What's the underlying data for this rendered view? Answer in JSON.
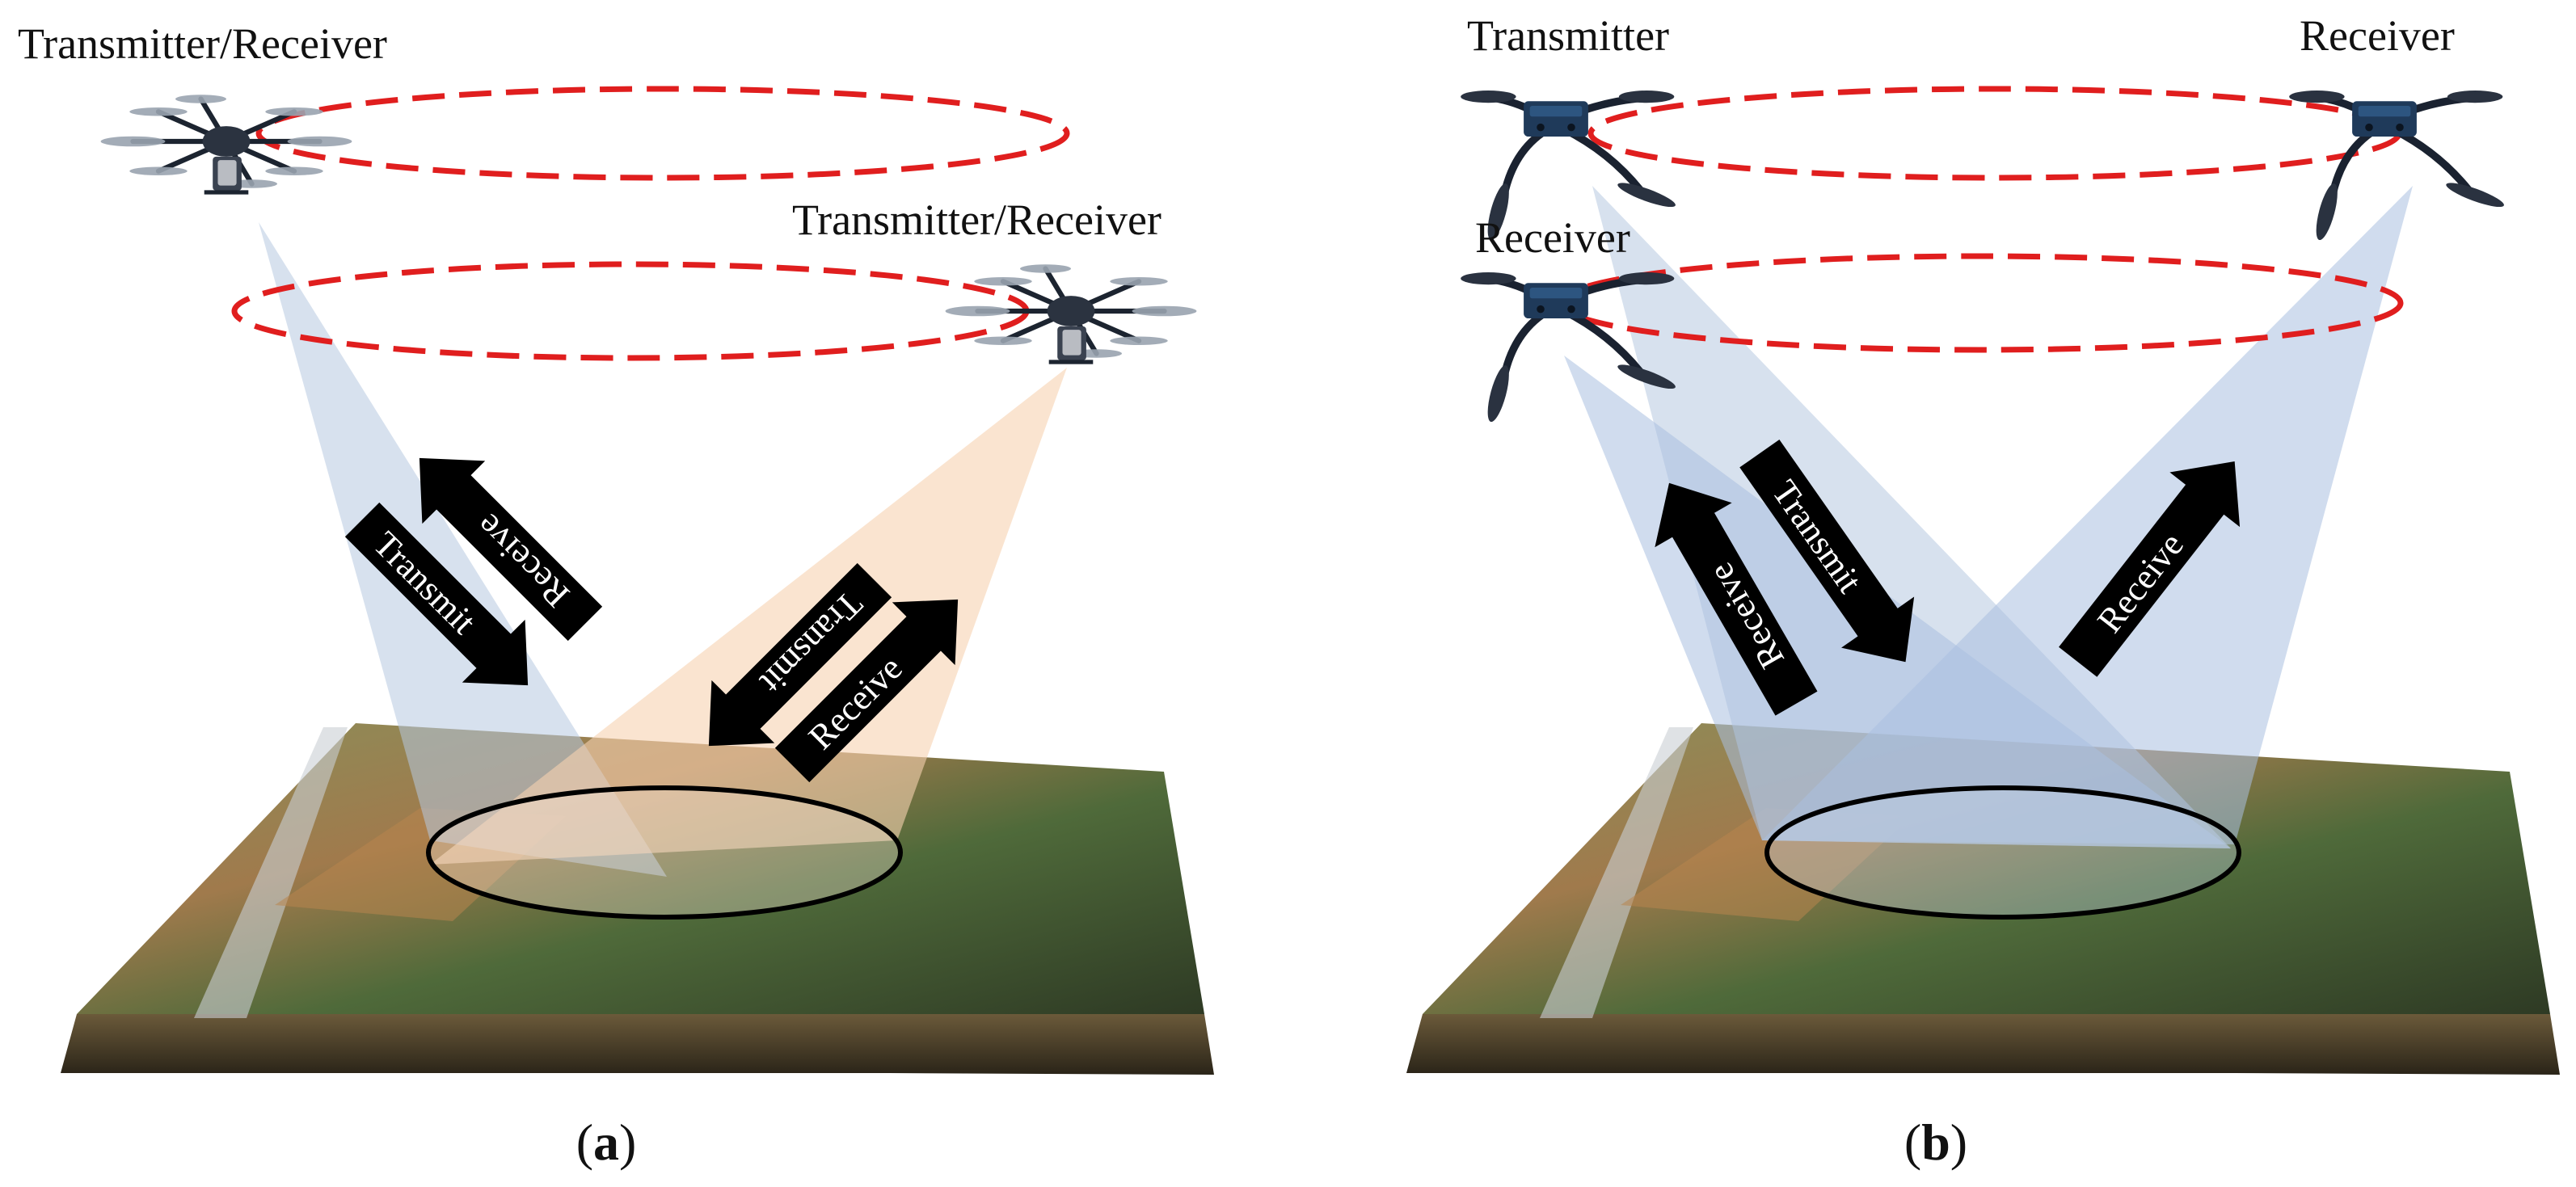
{
  "panel_a": {
    "drone1_label": "Transmitter/Receiver",
    "drone2_label": "Transmitter/Receiver",
    "arrows": {
      "transmit_1": "Transmit",
      "receive_1": "Receive",
      "transmit_2": "Transmit",
      "receive_2": "Receive"
    },
    "caption_open": "(",
    "caption_letter": "a",
    "caption_close": ")"
  },
  "panel_b": {
    "transmitter_label": "Transmitter",
    "receiver_top_label": "Receiver",
    "receiver_lower_label": "Receiver",
    "arrows": {
      "transmit": "Transmit",
      "receive_left": "Receive",
      "receive_right": "Receive"
    },
    "caption_open": "(",
    "caption_letter": "b",
    "caption_close": ")"
  },
  "colors": {
    "orbit": "#e01e1e",
    "beam_blue": "#b7c8e0",
    "beam_orange": "#f6d2b0",
    "arrow": "#000000",
    "footprint": "#000000"
  }
}
